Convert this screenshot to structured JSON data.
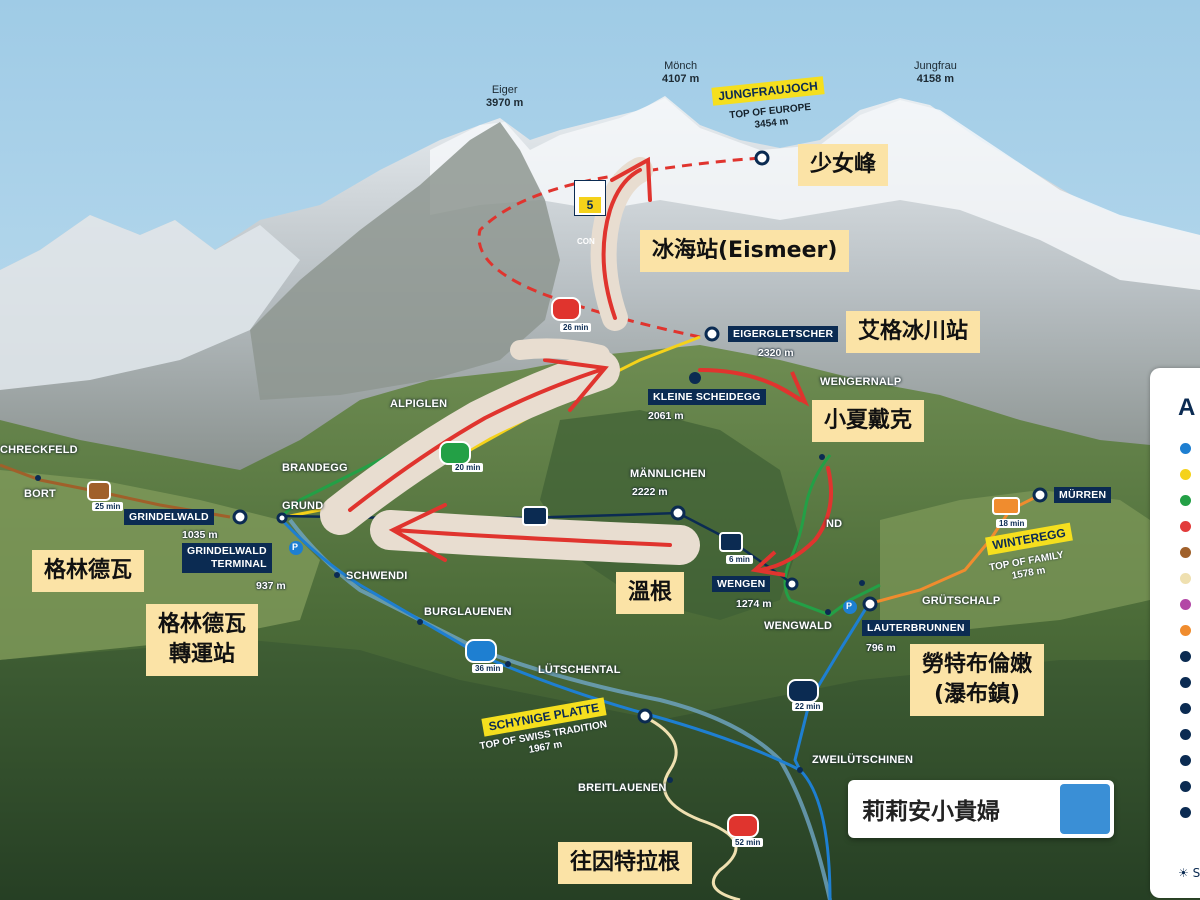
{
  "peaks": {
    "eiger": {
      "name": "Eiger",
      "alt": "3970 m"
    },
    "moench": {
      "name": "Mönch",
      "alt": "4107 m"
    },
    "jungfrau": {
      "name": "Jungfrau",
      "alt": "4158 m"
    }
  },
  "jungfraujoch": {
    "name": "JUNGFRAUJOCH",
    "sub": "TOP OF EUROPE",
    "alt": "3454 m",
    "cn": "少女峰"
  },
  "eismeer": {
    "cn": "冰海站(Eismeer)",
    "partial_sign": "5",
    "partial_sub": "CON"
  },
  "eigergletscher": {
    "name": "EIGERGLETSCHER",
    "alt": "2320 m",
    "cn": "艾格冰川站"
  },
  "kleine_scheidegg": {
    "name": "KLEINE SCHEIDEGG",
    "alt": "2061 m",
    "cn": "小夏戴克"
  },
  "wengernalp": {
    "name": "WENGERNALP"
  },
  "alpiglen": {
    "name": "ALPIGLEN"
  },
  "brandegg": {
    "name": "BRANDEGG"
  },
  "maennlichen": {
    "name": "MÄNNLICHEN",
    "alt": "2222 m"
  },
  "grindelwald": {
    "name": "GRINDELWALD",
    "alt": "1035 m",
    "cn": "格林德瓦"
  },
  "grindelwald_terminal": {
    "name_l1": "GRINDELWALD",
    "name_l2": "TERMINAL",
    "alt": "937 m",
    "cn_l1": "格林德瓦",
    "cn_l2": "轉運站"
  },
  "grund": {
    "name": "GRUND"
  },
  "schreckfeld": {
    "name": "CHRECKFELD"
  },
  "bort": {
    "name": "BORT"
  },
  "schwendi": {
    "name": "SCHWENDI"
  },
  "burglauenen": {
    "name": "BURGLAUENEN"
  },
  "luetschental": {
    "name": "LÜTSCHENTAL"
  },
  "schynige_platte": {
    "name": "SCHYNIGE PLATTE",
    "sub": "TOP OF SWISS TRADITION",
    "alt": "1967 m"
  },
  "breitlauenen": {
    "name": "BREITLAUENEN"
  },
  "zweiluetschinen": {
    "name": "ZWEILÜTSCHINEN"
  },
  "wengen": {
    "name": "WENGEN",
    "alt": "1274 m",
    "cn": "溫根"
  },
  "wengwald": {
    "name": "WENGWALD"
  },
  "lauterbrunnen": {
    "name": "LAUTERBRUNNEN",
    "alt": "796 m",
    "cn_l1": "勞特布倫嫩",
    "cn_l2": "(瀑布鎮)"
  },
  "gruetschalp": {
    "name": "GRÜTSCHALP"
  },
  "winteregg": {
    "name": "WINTEREGG",
    "sub": "TOP OF FAMILY",
    "alt": "1578 m"
  },
  "muerren": {
    "name": "MÜRREN"
  },
  "partial_nd": "ND",
  "interlaken": {
    "cn": "往因特拉根"
  },
  "times": {
    "t26": "26 min",
    "t20": "20 min",
    "t25": "25 min",
    "t6": "6 min",
    "t18": "18 min",
    "t36": "36 min",
    "t22": "22 min",
    "t52": "52 min",
    "tp": "P"
  },
  "legend": {
    "title": "A",
    "colors": [
      "#1e7fd1",
      "#f5d21a",
      "#23a046",
      "#e23b3b",
      "#a0602a",
      "#efe0b0",
      "#b347a6",
      "#f08c2e",
      "#0b2b52",
      "#0b2b52",
      "#0b2b52",
      "#0b2b52",
      "#0b2b52",
      "#0b2b52",
      "#0b2b52"
    ],
    "footer": "S"
  },
  "search": {
    "text": "莉莉安小貴婦"
  },
  "colors": {
    "route_red": "#e0342e",
    "navy": "#0b2b52",
    "yellow": "#f5df1e",
    "label_bg": "#fbe3a6"
  }
}
